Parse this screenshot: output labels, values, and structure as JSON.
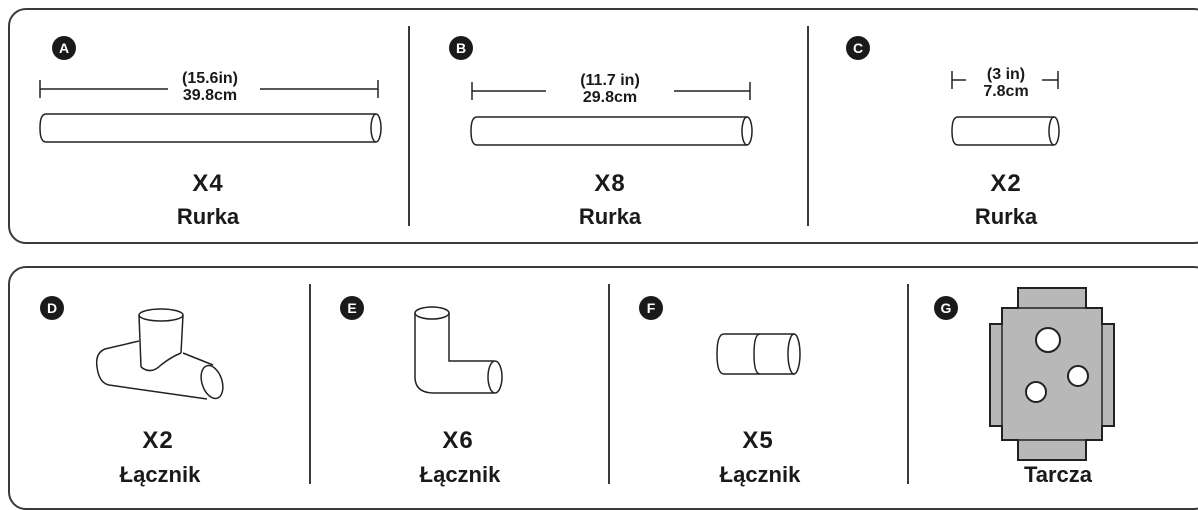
{
  "parts": {
    "A": {
      "badge": "A",
      "dim_in": "(15.6in)",
      "dim_cm": "39.8cm",
      "qty": "X4",
      "name": "Rurka"
    },
    "B": {
      "badge": "B",
      "dim_in": "(11.7 in)",
      "dim_cm": "29.8cm",
      "qty": "X8",
      "name": "Rurka"
    },
    "C": {
      "badge": "C",
      "dim_in": "(3 in)",
      "dim_cm": "7.8cm",
      "qty": "X2",
      "name": "Rurka"
    },
    "D": {
      "badge": "D",
      "qty": "X2",
      "name": "Łącznik"
    },
    "E": {
      "badge": "E",
      "qty": "X6",
      "name": "Łącznik"
    },
    "F": {
      "badge": "F",
      "qty": "X5",
      "name": "Łącznik"
    },
    "G": {
      "badge": "G",
      "name": "Tarcza"
    }
  },
  "icons": {
    "A": "long-tube-icon",
    "B": "medium-tube-icon",
    "C": "short-tube-icon",
    "D": "tee-connector-icon",
    "E": "elbow-connector-icon",
    "F": "coupling-connector-icon",
    "G": "plate-icon"
  }
}
